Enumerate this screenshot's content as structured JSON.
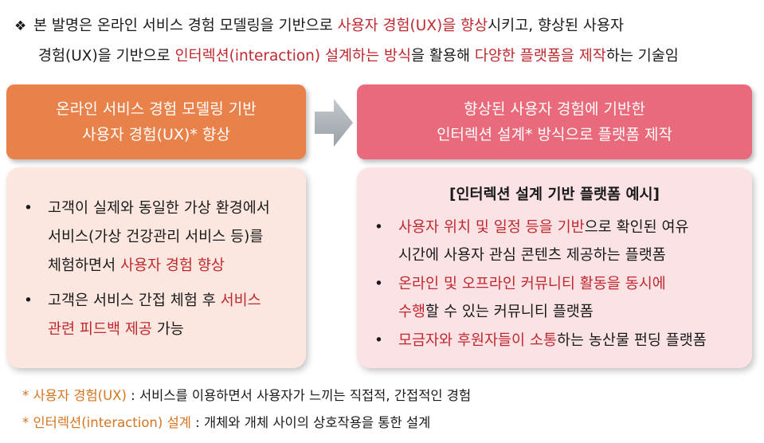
{
  "intro": {
    "bullet": "❖",
    "line1": [
      {
        "text": "본 발명은 온라인 서비스 경험 모델링을 기반으로 ",
        "style": "plain"
      },
      {
        "text": "사용자 경험(UX)을 향상",
        "style": "red"
      },
      {
        "text": "시키고, 향상된 사용자",
        "style": "plain"
      }
    ],
    "line2": [
      {
        "text": "경험(UX)을 기반으로 ",
        "style": "plain"
      },
      {
        "text": "인터렉션(interaction) 설계하는 방식",
        "style": "red"
      },
      {
        "text": "을 활용해 ",
        "style": "plain"
      },
      {
        "text": "다양한 플랫폼을 제작",
        "style": "red"
      },
      {
        "text": "하는 기술임",
        "style": "plain"
      }
    ]
  },
  "left_header": {
    "line1": "온라인 서비스 경험 모델링 기반",
    "line2": "사용자 경험(UX)* 향상"
  },
  "right_header": {
    "line1": "향상된 사용자 경험에 기반한",
    "line2": "인터렉션 설계* 방식으로 플랫폼 제작"
  },
  "left_items": [
    {
      "lines": [
        [
          {
            "text": "고객이 실제와 동일한 가상 환경에서",
            "style": "plain"
          }
        ],
        [
          {
            "text": "서비스(가상 건강관리 서비스 등)를",
            "style": "plain"
          }
        ],
        [
          {
            "text": "체험하면서 ",
            "style": "plain"
          },
          {
            "text": "사용자 경험 향상",
            "style": "red"
          }
        ]
      ]
    },
    {
      "lines": [
        [
          {
            "text": "고객은 서비스 간접 체험 후 ",
            "style": "plain"
          },
          {
            "text": "서비스",
            "style": "red"
          }
        ],
        [
          {
            "text": "관련 피드백 제공",
            "style": "red"
          },
          {
            "text": " 가능",
            "style": "plain"
          }
        ]
      ]
    }
  ],
  "right_title": "[인터렉션 설계 기반 플랫폼 예시]",
  "right_items": [
    {
      "lines": [
        [
          {
            "text": "사용자 위치 및 일정 등을 기반",
            "style": "red"
          },
          {
            "text": "으로 확인된 여유",
            "style": "plain"
          }
        ],
        [
          {
            "text": "시간에 사용자 관심 콘텐츠 제공하는 플랫폼",
            "style": "plain"
          }
        ]
      ]
    },
    {
      "lines": [
        [
          {
            "text": "온라인 및 오프라인 커뮤니티 활동을 동시에",
            "style": "red"
          }
        ],
        [
          {
            "text": "수행",
            "style": "red"
          },
          {
            "text": "할 수 있는 커뮤니티 플랫폼",
            "style": "plain"
          }
        ]
      ]
    },
    {
      "lines": [
        [
          {
            "text": "모금자와 후원자들이 소통",
            "style": "red"
          },
          {
            "text": "하는 농산물 펀딩 플랫폼",
            "style": "plain"
          }
        ]
      ]
    }
  ],
  "bullet_dot": "•",
  "footnotes": [
    {
      "term": "* 사용자 경험(UX)",
      "desc": " : 서비스를 이용하면서 사용자가 느끼는 직접적, 간접적인 경험"
    },
    {
      "term": "* 인터렉션(interaction) 설계",
      "desc": " : 개체와 개체 사이의 상호작용을 통한 설계"
    }
  ],
  "colors": {
    "accent_red": "#c0282f",
    "orange_header": "#e8824a",
    "pink_header": "#e86a7b",
    "arrow_gray": "#a8adb5",
    "footnote_orange": "#d6741f"
  }
}
